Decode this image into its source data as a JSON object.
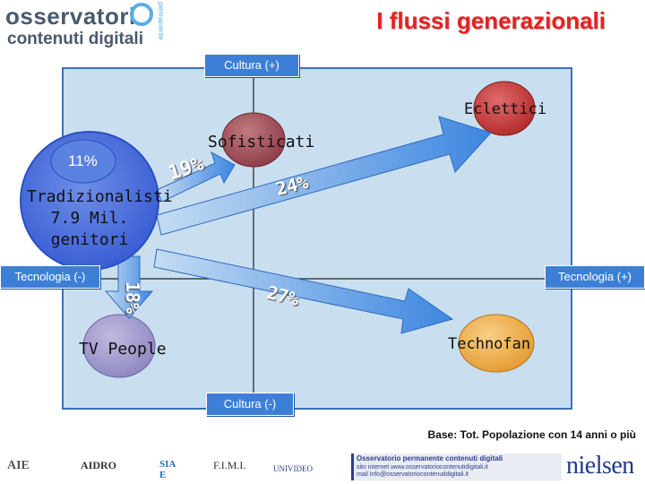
{
  "header": {
    "logo_line1": "osservatori",
    "logo_line2": "contenuti digitali",
    "logo_arc": "permanente",
    "title": "I flussi generazionali"
  },
  "axes": {
    "top": "Cultura (+)",
    "bottom": "Cultura (-)",
    "left": "Tecnologia (-)",
    "right": "Tecnologia (+)"
  },
  "segments": {
    "center": {
      "share": "11%",
      "name": "Tradizionalisti",
      "line2": "7.9 Mil.",
      "line3": "genitori"
    },
    "eclettici": "Eclettici",
    "sofisticati": "Sofisticati",
    "tv_people": "TV People",
    "technofan": "Technofan"
  },
  "flows": {
    "to_sofisticati": "19%",
    "to_eclettici": "24%",
    "to_tv_people": "18%",
    "to_technofan": "27%"
  },
  "colors": {
    "title": "#e8201e",
    "quadrant_bg": "#c9dff0",
    "axis_label_bg": "#3d7fd6",
    "center_circle": "#3b68d9",
    "eclettici": "#c83a3a",
    "sofisticati": "#a0505a",
    "tv_people": "#a098c8",
    "technofan": "#f0b050"
  },
  "footer": {
    "base_note": "Base: Tot. Popolazione con 14 anni o più",
    "logos": [
      "AIE",
      "AIDRO",
      "SIAE",
      "F.I.M.I.",
      "UNIVIDEO"
    ],
    "box_line1": "Osservatorio permanente contenuti digitali",
    "box_line2": "sito internet www.osservatoriocontenutidigitali.it",
    "box_line3": "mail info@osservatoriocontenutidigitali.it",
    "nielsen": "nielsen"
  }
}
